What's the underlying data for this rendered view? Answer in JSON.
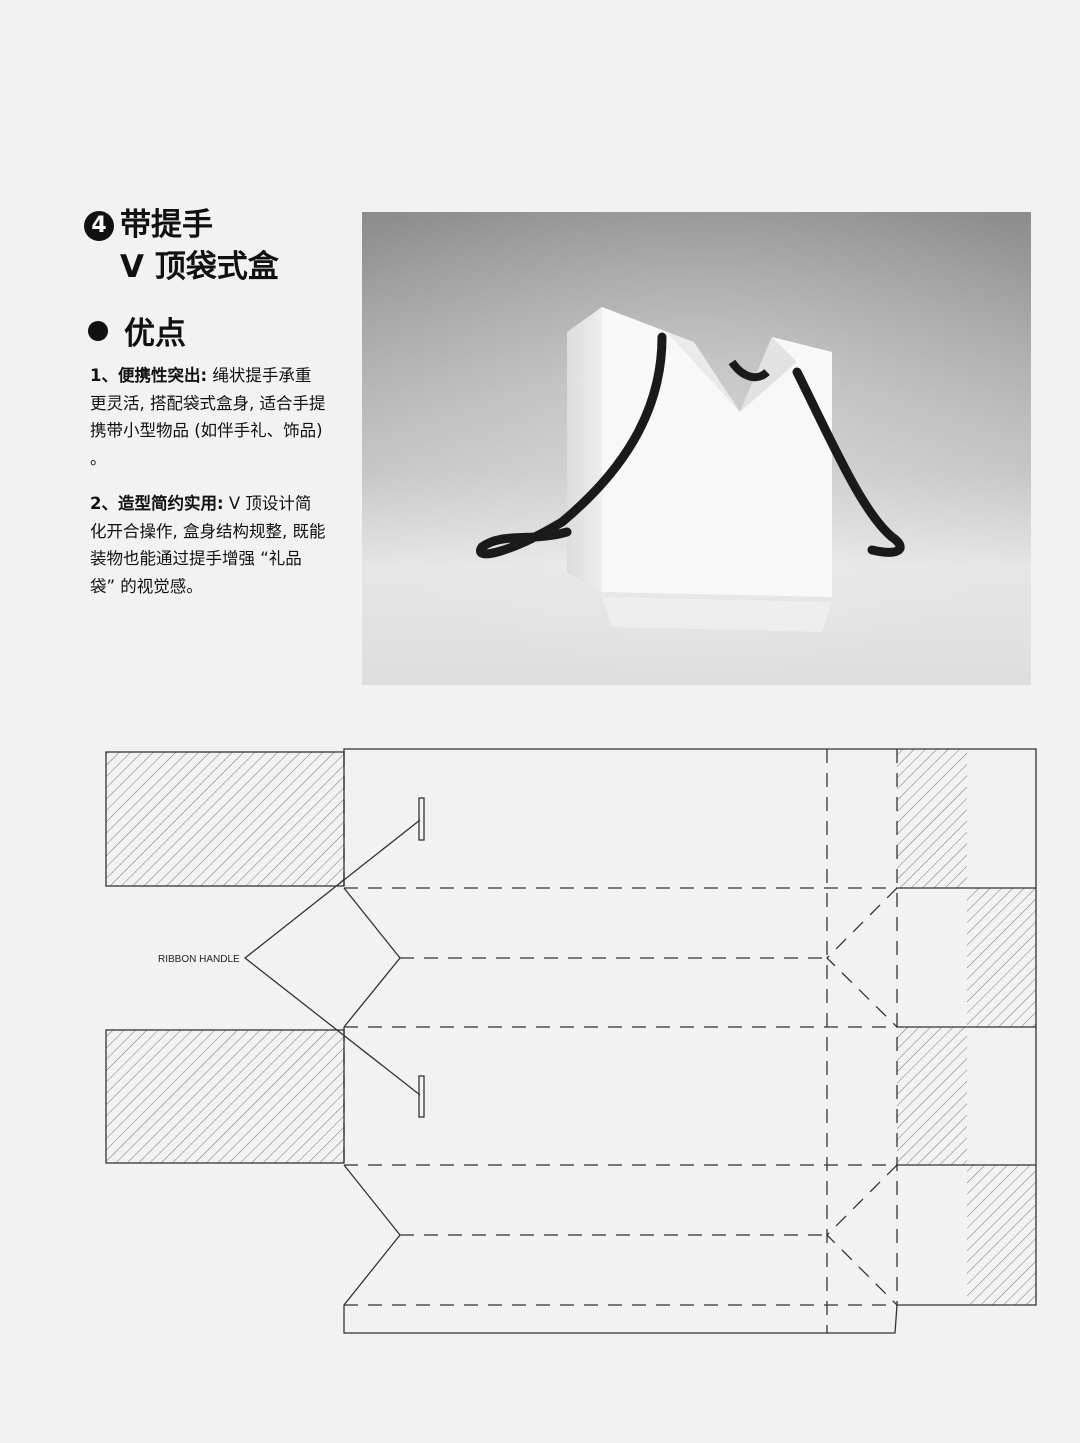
{
  "title": {
    "badge": "4",
    "line1": "带提手",
    "line2": "V 顶袋式盒"
  },
  "advantages": {
    "heading": "优点",
    "items": [
      {
        "label": "1、便携性突出:",
        "text": " 绳状提手承重更灵活, 搭配袋式盒身, 适合手提携带小型物品 (如伴手礼、饰品) 。"
      },
      {
        "label": "2、造型简约实用:",
        "text": " V 顶设计简化开合操作, 盒身结构规整, 既能装物也能通过提手增强 “礼品袋” 的视觉感。"
      }
    ]
  },
  "diagram": {
    "label": "RIBBON HANDLE"
  }
}
